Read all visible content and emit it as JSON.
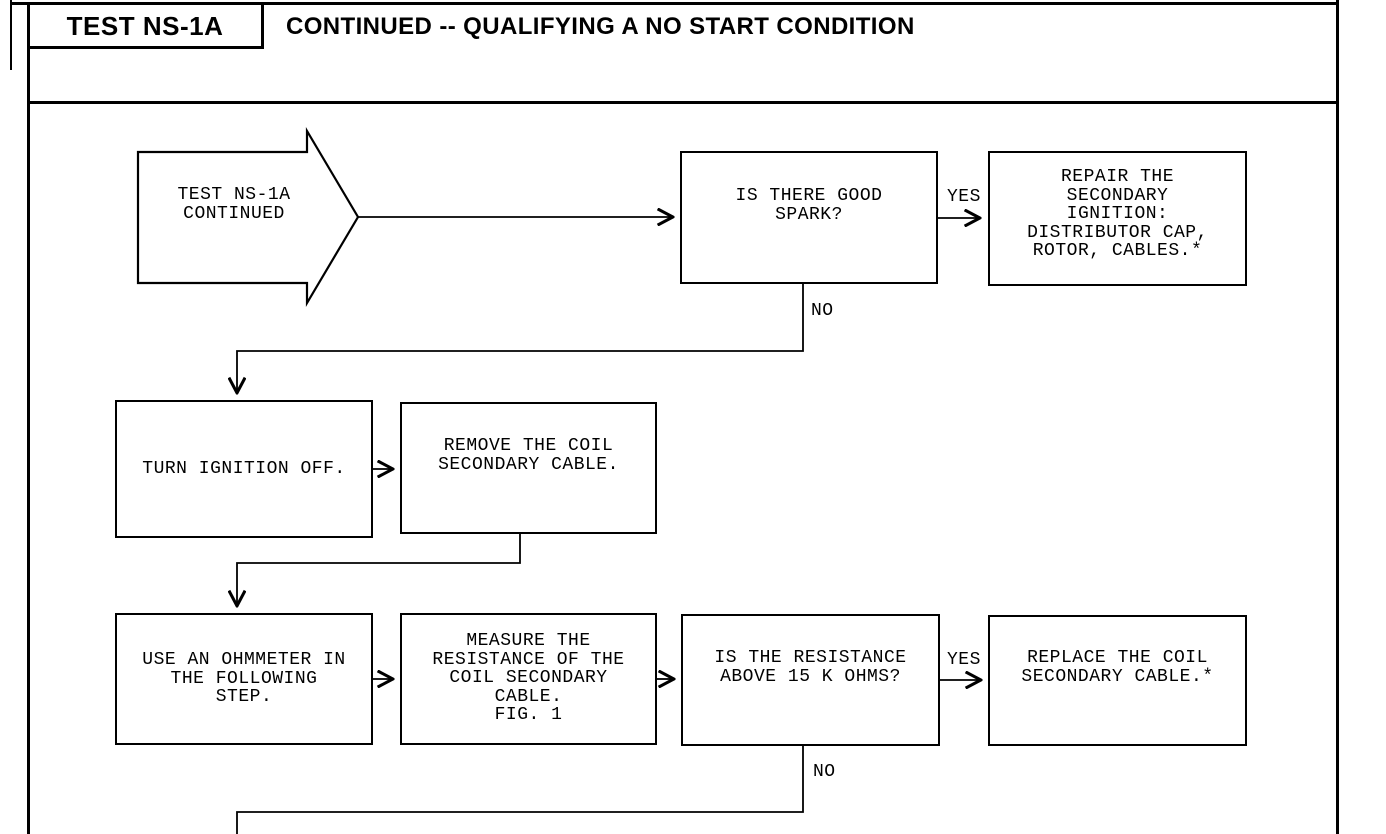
{
  "header": {
    "test_label": "TEST NS-1A",
    "title": "CONTINUED -- QUALIFYING A NO START CONDITION"
  },
  "colors": {
    "ink": "#000000",
    "paper": "#ffffff"
  },
  "flowchart": {
    "start": {
      "lines": [
        "TEST NS-1A",
        "CONTINUED"
      ]
    },
    "nodes": [
      {
        "id": "is-there-good-spark",
        "lines": [
          "IS THERE GOOD",
          "SPARK?"
        ]
      },
      {
        "id": "repair-secondary",
        "lines": [
          "REPAIR THE",
          "SECONDARY",
          "IGNITION:",
          "DISTRIBUTOR CAP,",
          "ROTOR, CABLES.*"
        ]
      },
      {
        "id": "turn-ignition-off",
        "lines": [
          "TURN IGNITION OFF."
        ]
      },
      {
        "id": "remove-coil-cable",
        "lines": [
          "REMOVE THE COIL",
          "SECONDARY CABLE."
        ]
      },
      {
        "id": "use-ohmmeter",
        "lines": [
          "USE AN OHMMETER IN",
          "THE FOLLOWING",
          "STEP."
        ]
      },
      {
        "id": "measure-resistance",
        "lines": [
          "MEASURE THE",
          "RESISTANCE OF THE",
          "COIL SECONDARY",
          "CABLE.",
          "FIG. 1"
        ]
      },
      {
        "id": "is-resistance-above",
        "lines": [
          "IS THE RESISTANCE",
          "ABOVE 15 K OHMS?"
        ]
      },
      {
        "id": "replace-coil-cable",
        "lines": [
          "REPLACE THE COIL",
          "SECONDARY CABLE.*"
        ]
      }
    ],
    "edge_labels": {
      "spark_yes": "YES",
      "spark_no": "NO",
      "resistance_yes": "YES",
      "resistance_no": "NO"
    }
  }
}
